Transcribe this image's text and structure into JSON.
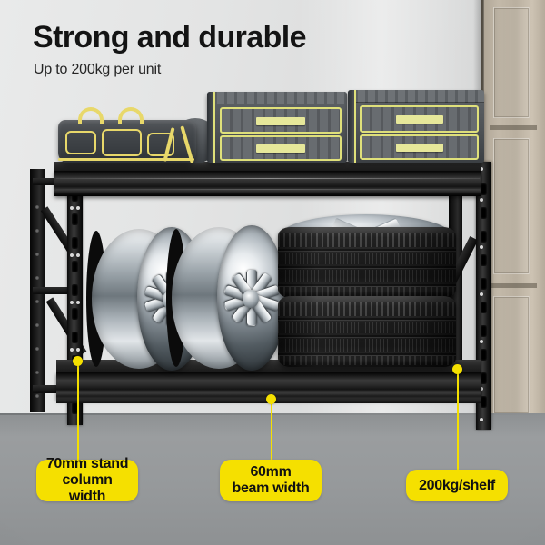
{
  "headline": "Strong and durable",
  "subheading": "Up to 200kg per unit",
  "colors": {
    "accent_yellow": "#F5E000",
    "frame_black": "#121212",
    "wall_grey": "#E3E4E4",
    "floor_grey": "#96999B",
    "cabinet_beige": "#C3B9A9",
    "chrome": "#C9D0D6",
    "case_grey": "#5A5E62",
    "case_trim": "#DFE07A"
  },
  "callouts": [
    {
      "id": "stand-column-width",
      "line1": "70mm stand",
      "line2": "column width"
    },
    {
      "id": "beam-width",
      "line1": "60mm",
      "line2": "beam width"
    },
    {
      "id": "shelf-capacity",
      "line1": "200kg/shelf",
      "line2": ""
    }
  ],
  "product": {
    "type": "2-tier heavy duty garage shelving rack",
    "shelves": 2,
    "items_top_shelf": [
      "tool bag",
      "tool case",
      "tool case"
    ],
    "items_bottom_shelf": [
      "alloy wheel",
      "alloy wheel",
      "stacked tyres"
    ]
  }
}
